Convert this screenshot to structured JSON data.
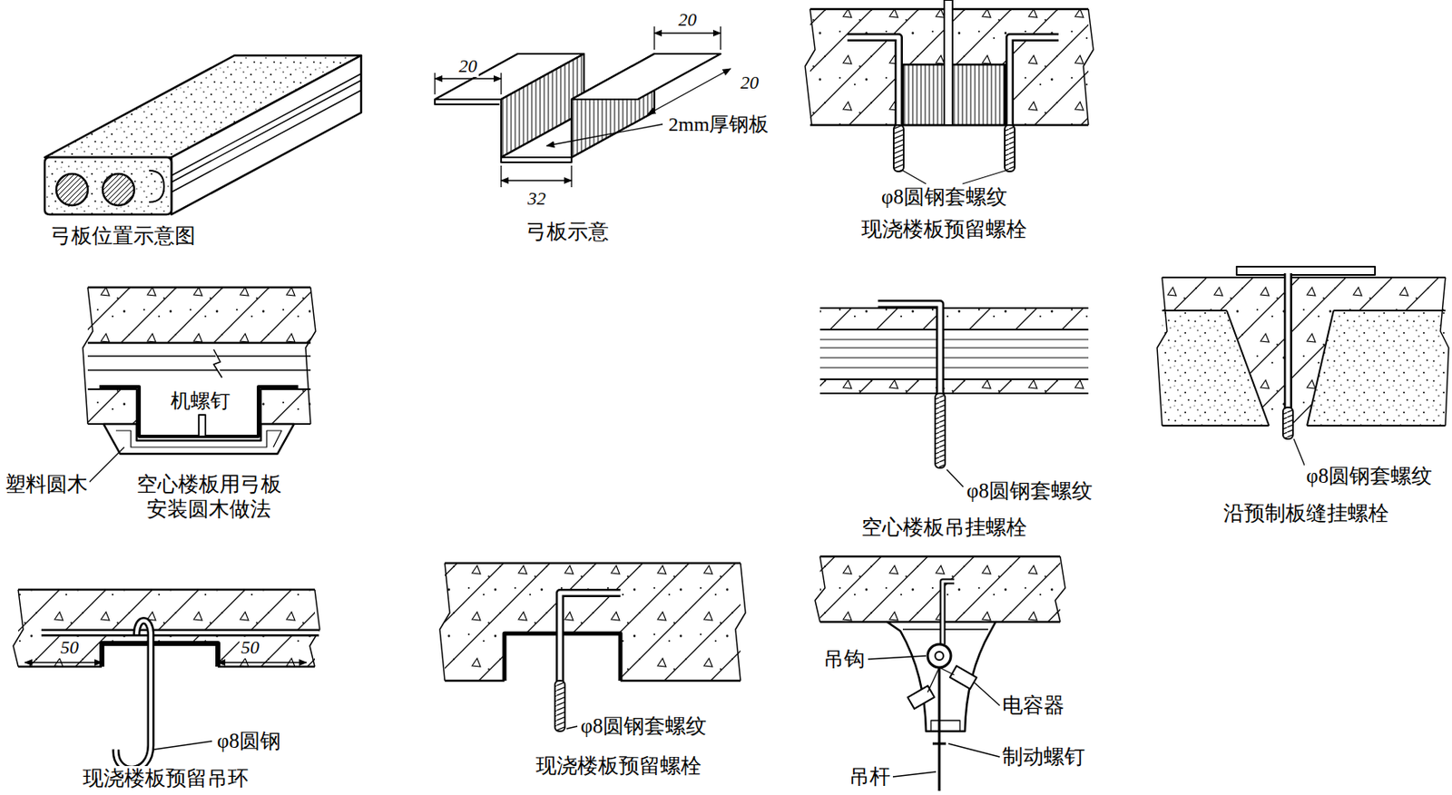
{
  "diagram": {
    "labels": [
      "弓板位置示意图",
      "20",
      "20",
      "20",
      "2mm厚钢板",
      "32",
      "弓板示意",
      "φ8圆钢套螺纹",
      "现浇楼板预留螺栓",
      "机螺钉",
      "塑料圆木",
      "空心楼板用弓板 安装圆木做法",
      "φ8圆钢套螺纹",
      "空心楼板吊挂螺栓",
      "φ8圆钢套螺纹",
      "沿预制板缝挂螺栓",
      "50",
      "50",
      "φ8圆钢",
      "现浇楼板预留吊环",
      "φ8圆钢套螺纹",
      "现浇楼板预留螺栓",
      "吊钩",
      "电容器",
      "制动螺钉",
      "吊杆"
    ]
  }
}
